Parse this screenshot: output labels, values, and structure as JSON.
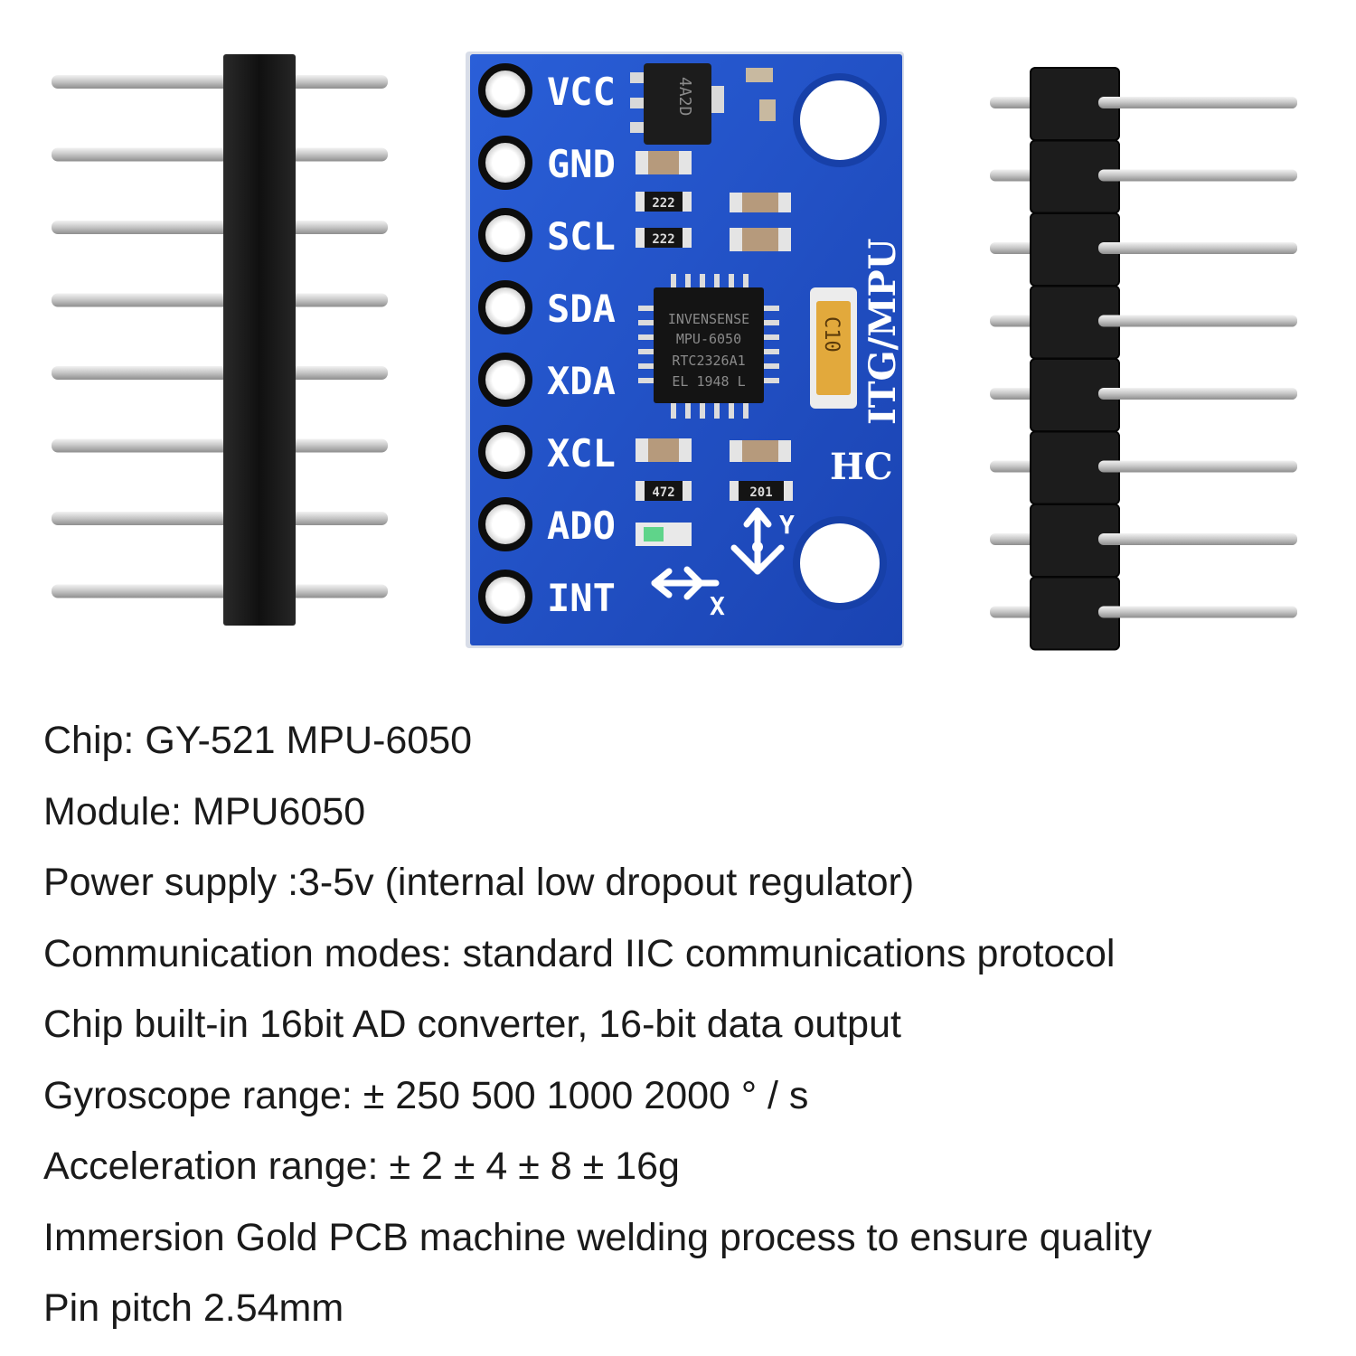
{
  "pcb": {
    "pin_labels": [
      "VCC",
      "GND",
      "SCL",
      "SDA",
      "XDA",
      "XCL",
      "ADO",
      "INT"
    ],
    "chip_lines": [
      "INVENSENSE",
      "MPU-6050",
      "RTC2326A1",
      "EL 1948 L"
    ],
    "regulator_marking": "4A2D",
    "resistor_markings": [
      "222",
      "222",
      "472",
      "201"
    ],
    "tantalum_marking": "C10",
    "side_label": "ITG/MPU",
    "brand_label": "HC",
    "axis_x": "X",
    "axis_y": "Y",
    "board_color": "#1f4fc4",
    "header_color": "#1b1b1b",
    "pin_color": "#d4d4d4"
  },
  "specs": [
    "Chip: GY-521 MPU-6050",
    "Module: MPU6050",
    "Power supply :3-5v (internal low dropout regulator)",
    "Communication modes: standard IIC communications protocol",
    "Chip built-in 16bit AD converter, 16-bit data output",
    "Gyroscope range: ± 250 500 1000 2000 ° / s",
    "Acceleration range: ± 2 ± 4 ± 8 ± 16g",
    "Immersion Gold PCB machine welding process to ensure quality",
    "Pin pitch 2.54mm"
  ]
}
